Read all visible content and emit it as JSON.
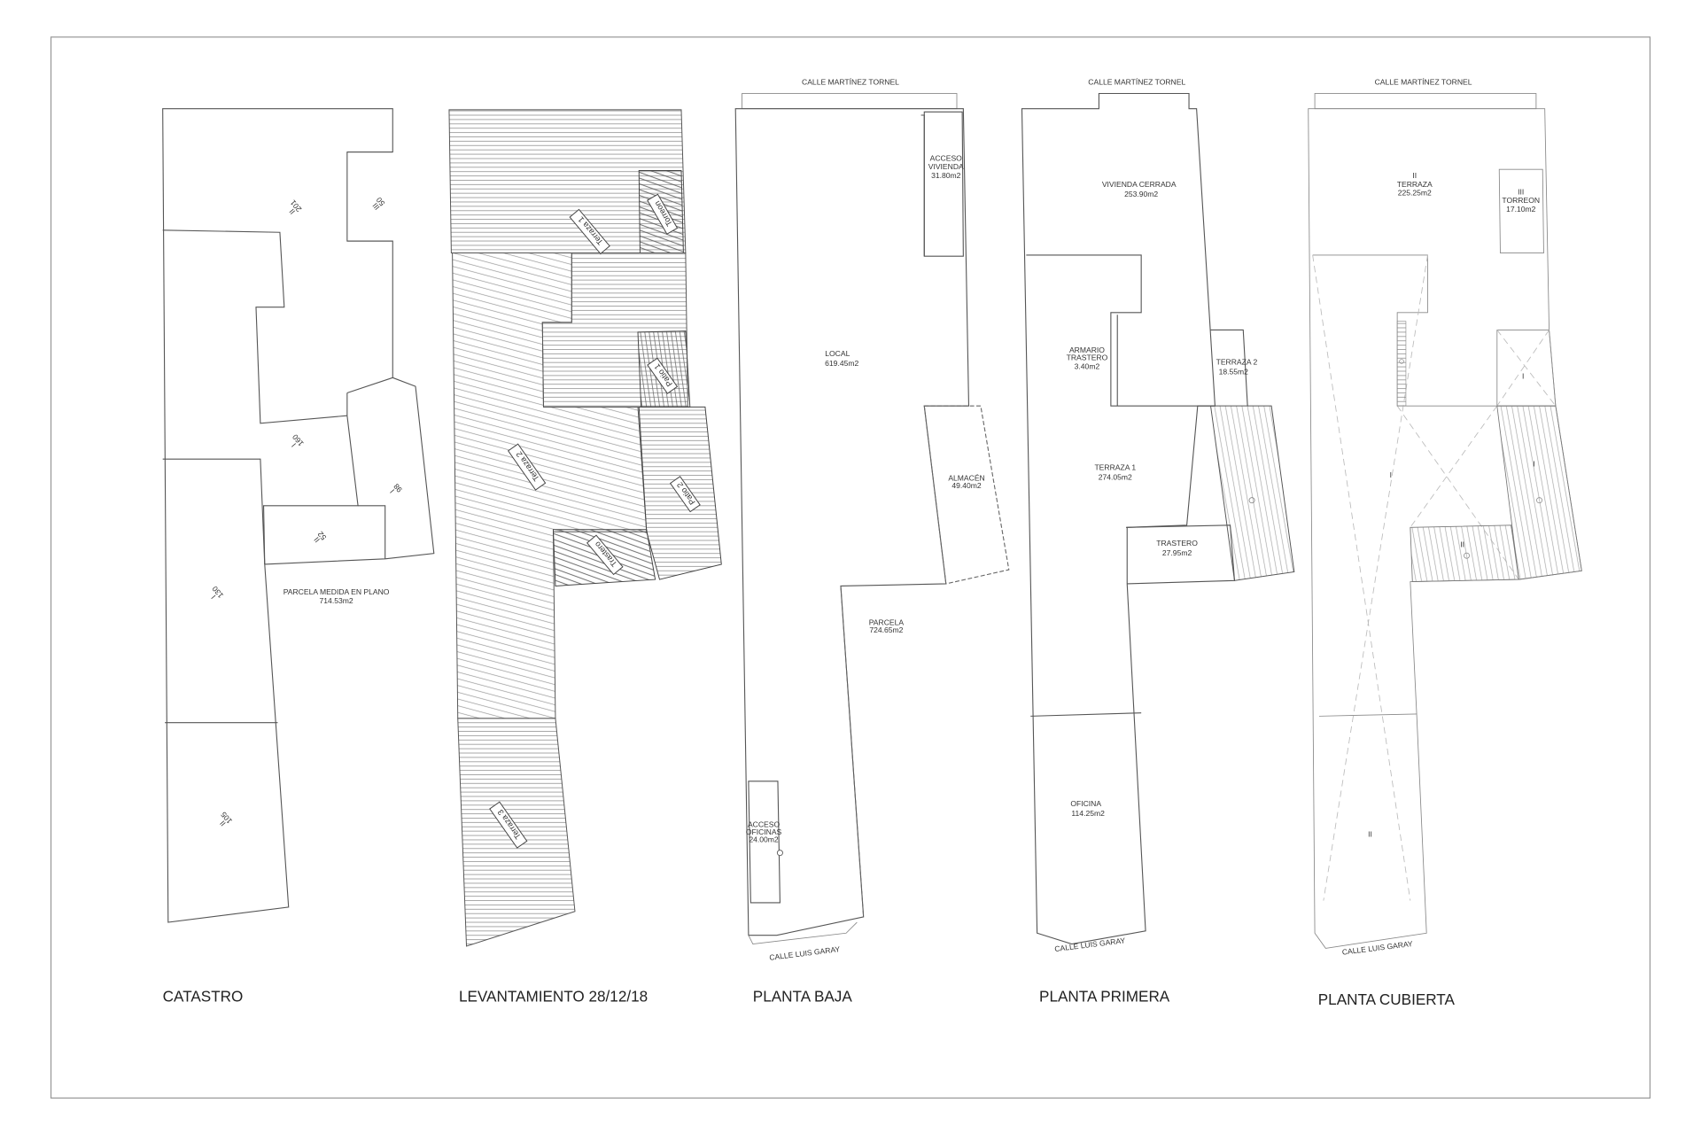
{
  "sheet": {
    "panels": [
      {
        "id": "catastro",
        "title": "CATASTRO"
      },
      {
        "id": "levantamiento",
        "title": "LEVANTAMIENTO 28/12/18"
      },
      {
        "id": "planta_baja",
        "title": "PLANTA BAJA"
      },
      {
        "id": "planta_primera",
        "title": "PLANTA PRIMERA"
      },
      {
        "id": "planta_cubierta",
        "title": "PLANTA CUBIERTA"
      }
    ]
  },
  "streets": {
    "north": "CALLE MARTÍNEZ TORNEL",
    "south": "CALLE LUIS GARAY"
  },
  "catastro": {
    "parcel_label": "PARCELA MEDIDA EN PLANO",
    "parcel_area": "714.53m2",
    "lots": [
      {
        "floors": "II",
        "area": "201"
      },
      {
        "floors": "III",
        "area": "50"
      },
      {
        "floors": "I",
        "area": "160"
      },
      {
        "floors": "I",
        "area": "98"
      },
      {
        "floors": "II",
        "area": "52"
      },
      {
        "floors": "I",
        "area": "130"
      },
      {
        "floors": "II",
        "area": "105"
      }
    ]
  },
  "levantamiento": {
    "tags": [
      "Terraza 1",
      "Torreon",
      "Patio 1",
      "Terraza 2",
      "Patio 2",
      "Trastero",
      "Terraza 3"
    ]
  },
  "planta_baja": {
    "rooms": [
      {
        "name": "ACCESO",
        "name2": "VIVIENDA",
        "area": "31.80m2"
      },
      {
        "name": "LOCAL",
        "area": "619.45m2"
      },
      {
        "name": "ALMACÉN",
        "area": "49.40m2"
      },
      {
        "name": "PARCELA",
        "area": "724.65m2"
      },
      {
        "name": "ACCESO",
        "name2": "OFICINAS",
        "area": "24.00m2"
      }
    ]
  },
  "planta_primera": {
    "rooms": [
      {
        "name": "VIVIENDA CERRADA",
        "area": "253.90m2"
      },
      {
        "name": "ARMARIO",
        "name2": "TRASTERO",
        "area": "3.40m2"
      },
      {
        "name": "TERRAZA 2",
        "area": "18.55m2"
      },
      {
        "name": "TERRAZA 1",
        "area": "274.05m2"
      },
      {
        "name": "TRASTERO",
        "area": "27.95m2"
      },
      {
        "name": "OFICINA",
        "area": "114.25m2"
      }
    ]
  },
  "planta_cubierta": {
    "rooms": [
      {
        "level": "II",
        "name": "TERRAZA",
        "area": "225.25m2"
      },
      {
        "level": "III",
        "name": "TORREON",
        "area": "17.10m2"
      }
    ],
    "level_marks": [
      "I",
      "I",
      "I",
      "II",
      "II"
    ]
  }
}
